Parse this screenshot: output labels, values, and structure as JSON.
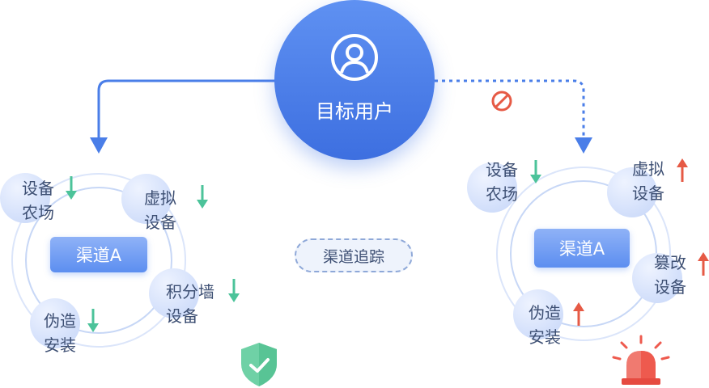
{
  "center": {
    "label": "目标用户",
    "icon": "user-icon"
  },
  "trace_label": "渠道追踪",
  "blocked_icon": "prohibited-icon",
  "left_panel": {
    "channel": "渠道A",
    "nodes": [
      {
        "label": "设备\n农场"
      },
      {
        "label": "虚拟\n设备"
      },
      {
        "label": "积分墙\n设备"
      },
      {
        "label": "伪造\n安装"
      }
    ],
    "status_icon": "shield-check-icon",
    "arrow_direction": "down"
  },
  "right_panel": {
    "channel": "渠道A",
    "nodes": [
      {
        "label": "设备\n农场",
        "trend": "down"
      },
      {
        "label": "虚拟\n设备",
        "trend": "up"
      },
      {
        "label": "篡改\n设备",
        "trend": "up"
      },
      {
        "label": "伪造\n安装",
        "trend": "up"
      }
    ],
    "status_icon": "alarm-siren-icon"
  },
  "colors": {
    "primary": "#4a7ee8",
    "down_arrow": "#4cc39a",
    "up_arrow": "#e65a45",
    "shield": "#6fd1a6",
    "siren": "#ee5a4e"
  }
}
